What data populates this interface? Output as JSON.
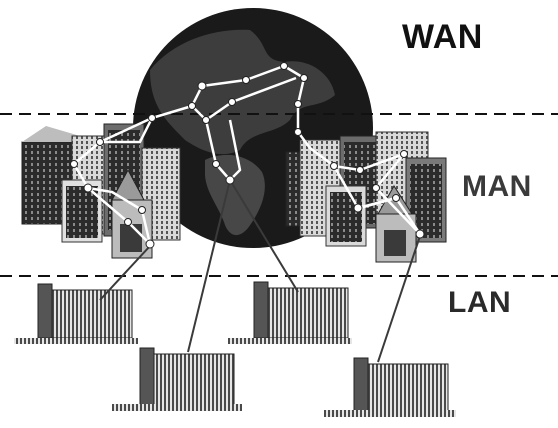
{
  "labels": {
    "wan": "WAN",
    "man": "MAN",
    "lan": "LAN"
  },
  "colors": {
    "globe": "#1a1a1a",
    "continent": "#4a4a4a",
    "building_dark": "#555555",
    "building_light": "#c8c8c8",
    "line": "#ffffff",
    "divider": "#111111"
  },
  "icons": [
    "globe-icon",
    "city-cluster-icon",
    "office-building-icon",
    "network-node-icon"
  ]
}
